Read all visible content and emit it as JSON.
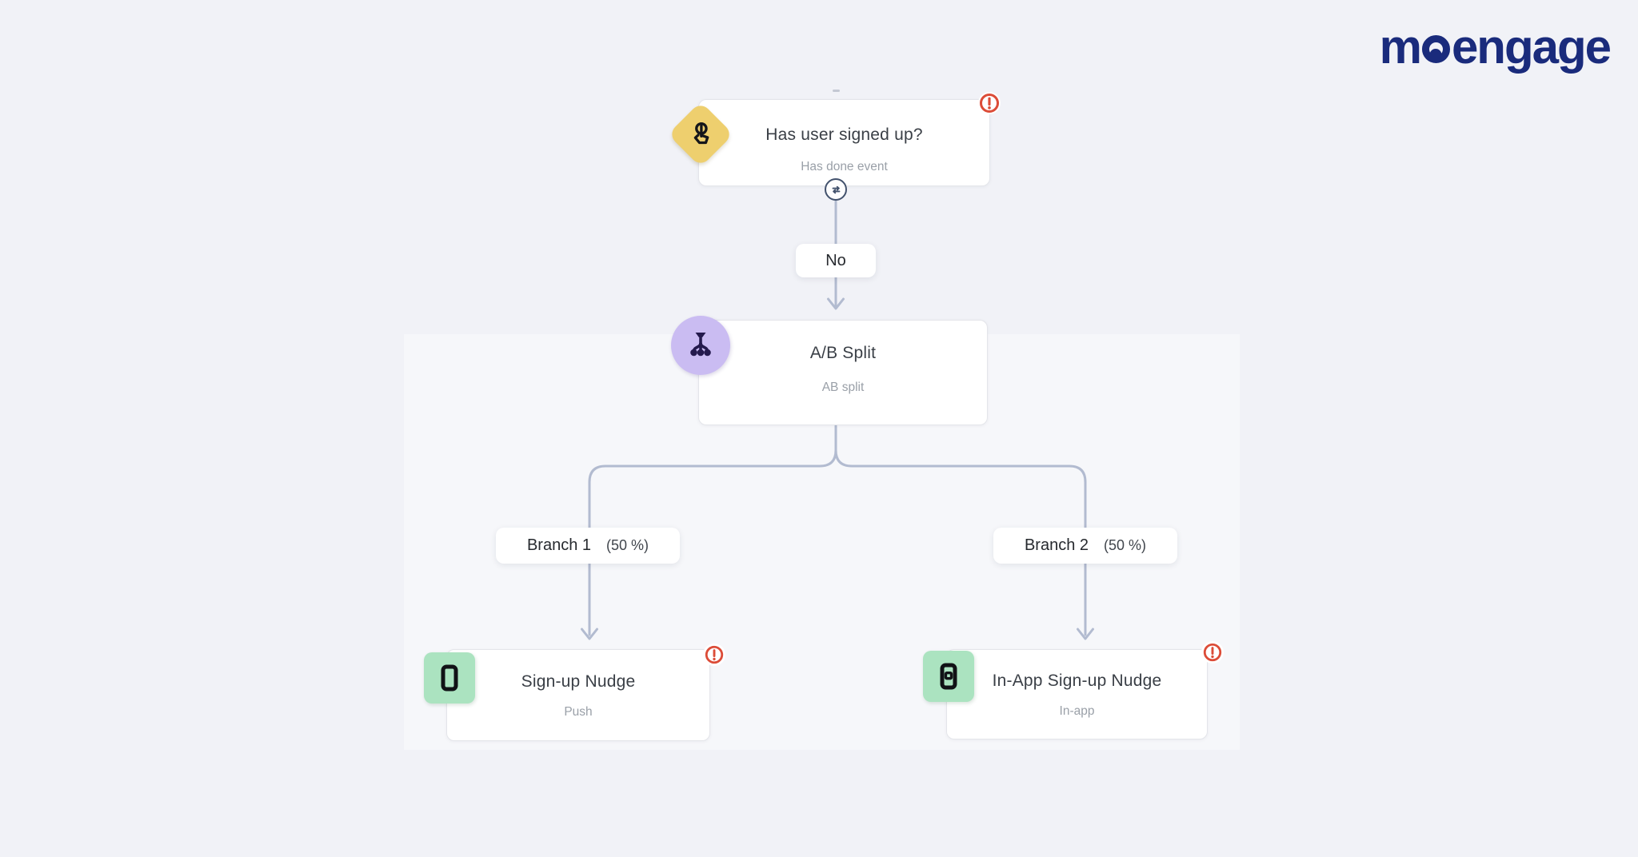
{
  "brand": {
    "name": "moengage",
    "part_m": "m",
    "part_engage": "engage"
  },
  "nodes": {
    "condition": {
      "title": "Has user signed up?",
      "subtitle": "Has done event",
      "icon": "tap-gesture-icon",
      "has_alert": true
    },
    "ab_split": {
      "title": "A/B Split",
      "subtitle": "AB split",
      "icon": "split-branch-icon",
      "has_alert": false
    },
    "push": {
      "title": "Sign-up Nudge",
      "subtitle": "Push",
      "icon": "mobile-phone-icon",
      "has_alert": true
    },
    "inapp": {
      "title": "In-App Sign-up Nudge",
      "subtitle": "In-app",
      "icon": "in-app-message-icon",
      "has_alert": true
    }
  },
  "edges": {
    "no_label": "No",
    "branch1": {
      "name": "Branch 1",
      "percent": "(50 %)"
    },
    "branch2": {
      "name": "Branch 2",
      "percent": "(50 %)"
    }
  },
  "icons": {
    "alert": "warning-alert-icon",
    "swap": "swap-arrows-icon"
  },
  "colors": {
    "background": "#f1f2f7",
    "card_border": "#e4e5ea",
    "connector": "#b2bbd0",
    "title_text": "#3a3f46",
    "subtitle_text": "#9aa0a8",
    "alert_red": "#dc4c38",
    "condition_yellow": "#eecf6e",
    "split_purple_bg": "#cabcf2",
    "split_purple_icon": "#241a4d",
    "channel_green": "#abe3c0",
    "logo_navy": "#1a2b7c"
  }
}
